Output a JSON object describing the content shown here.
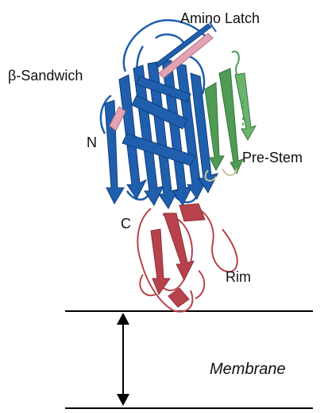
{
  "labels": {
    "amino_latch": "Amino Latch",
    "beta_sandwich": "β-Sandwich",
    "n_terminus": "N",
    "c_terminus": "C",
    "pre_stem": "Pre-Stem",
    "rim": "Rim",
    "membrane": "Membrane"
  },
  "colors": {
    "beta_sandwich": "#1f5fae",
    "pre_stem": "#4f9a55",
    "rim": "#b8424c",
    "amino_latch": "#e3a3b4",
    "membrane_line": "#000000"
  }
}
